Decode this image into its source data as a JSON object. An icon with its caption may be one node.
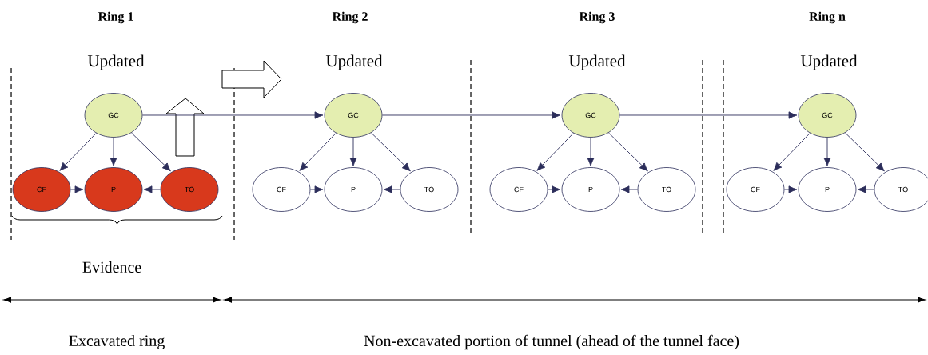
{
  "diagram": {
    "nodes": [
      {
        "text": [
          "GC"
        ]
      },
      {
        "text": [
          "CF"
        ]
      },
      {
        "text": [
          "P"
        ]
      },
      {
        "text": [
          "TO"
        ]
      },
      {
        "text": [
          "GC"
        ]
      },
      {
        "text": [
          "CF"
        ]
      },
      {
        "text": [
          "P"
        ]
      },
      {
        "text": [
          "TO"
        ]
      },
      {
        "text": [
          "GC"
        ]
      },
      {
        "text": [
          "CF"
        ]
      },
      {
        "text": [
          "P"
        ]
      },
      {
        "text": [
          "TO"
        ]
      },
      {
        "text": [
          "GC"
        ]
      },
      {
        "text": [
          "CF"
        ]
      },
      {
        "text": [
          "P"
        ]
      },
      {
        "text": [
          "TO"
        ]
      }
    ],
    "edges": [
      {
        "from": 0,
        "to": 1,
        "arrow": "to"
      },
      {
        "from": 0,
        "to": 2,
        "arrow": "to"
      },
      {
        "from": 0,
        "to": 3,
        "arrow": "to"
      },
      {
        "from": 1,
        "to": 2,
        "arrow": "to"
      },
      {
        "from": 3,
        "to": 2,
        "arrow": "to"
      },
      {
        "from": 4,
        "to": 5,
        "arrow": "to"
      },
      {
        "from": 4,
        "to": 6,
        "arrow": "to"
      },
      {
        "from": 4,
        "to": 7,
        "arrow": "to"
      },
      {
        "from": 5,
        "to": 6,
        "arrow": "to"
      },
      {
        "from": 7,
        "to": 6,
        "arrow": "to"
      },
      {
        "from": 8,
        "to": 9,
        "arrow": "to"
      },
      {
        "from": 8,
        "to": 10,
        "arrow": "to"
      },
      {
        "from": 8,
        "to": 11,
        "arrow": "to"
      },
      {
        "from": 9,
        "to": 10,
        "arrow": "to"
      },
      {
        "from": 11,
        "to": 10,
        "arrow": "to"
      },
      {
        "from": 12,
        "to": 13,
        "arrow": "to"
      },
      {
        "from": 12,
        "to": 14,
        "arrow": "to"
      },
      {
        "from": 12,
        "to": 15,
        "arrow": "to"
      },
      {
        "from": 13,
        "to": 14,
        "arrow": "to"
      },
      {
        "from": 15,
        "to": 14,
        "arrow": "to"
      },
      {
        "from": 0,
        "to": 4,
        "arrow": "to"
      },
      {
        "from": 4,
        "to": 8,
        "arrow": "to"
      },
      {
        "from": 8,
        "to": 12,
        "arrow": "to"
      }
    ],
    "labels": [
      "Ring 1",
      "Ring 2",
      "Ring 3",
      "Ring n",
      "Updated",
      "Updated",
      "Updated",
      "Updated",
      "Evidence",
      "Excavated ring",
      "Non-excavated portion of tunnel (ahead of the tunnel face)"
    ]
  }
}
